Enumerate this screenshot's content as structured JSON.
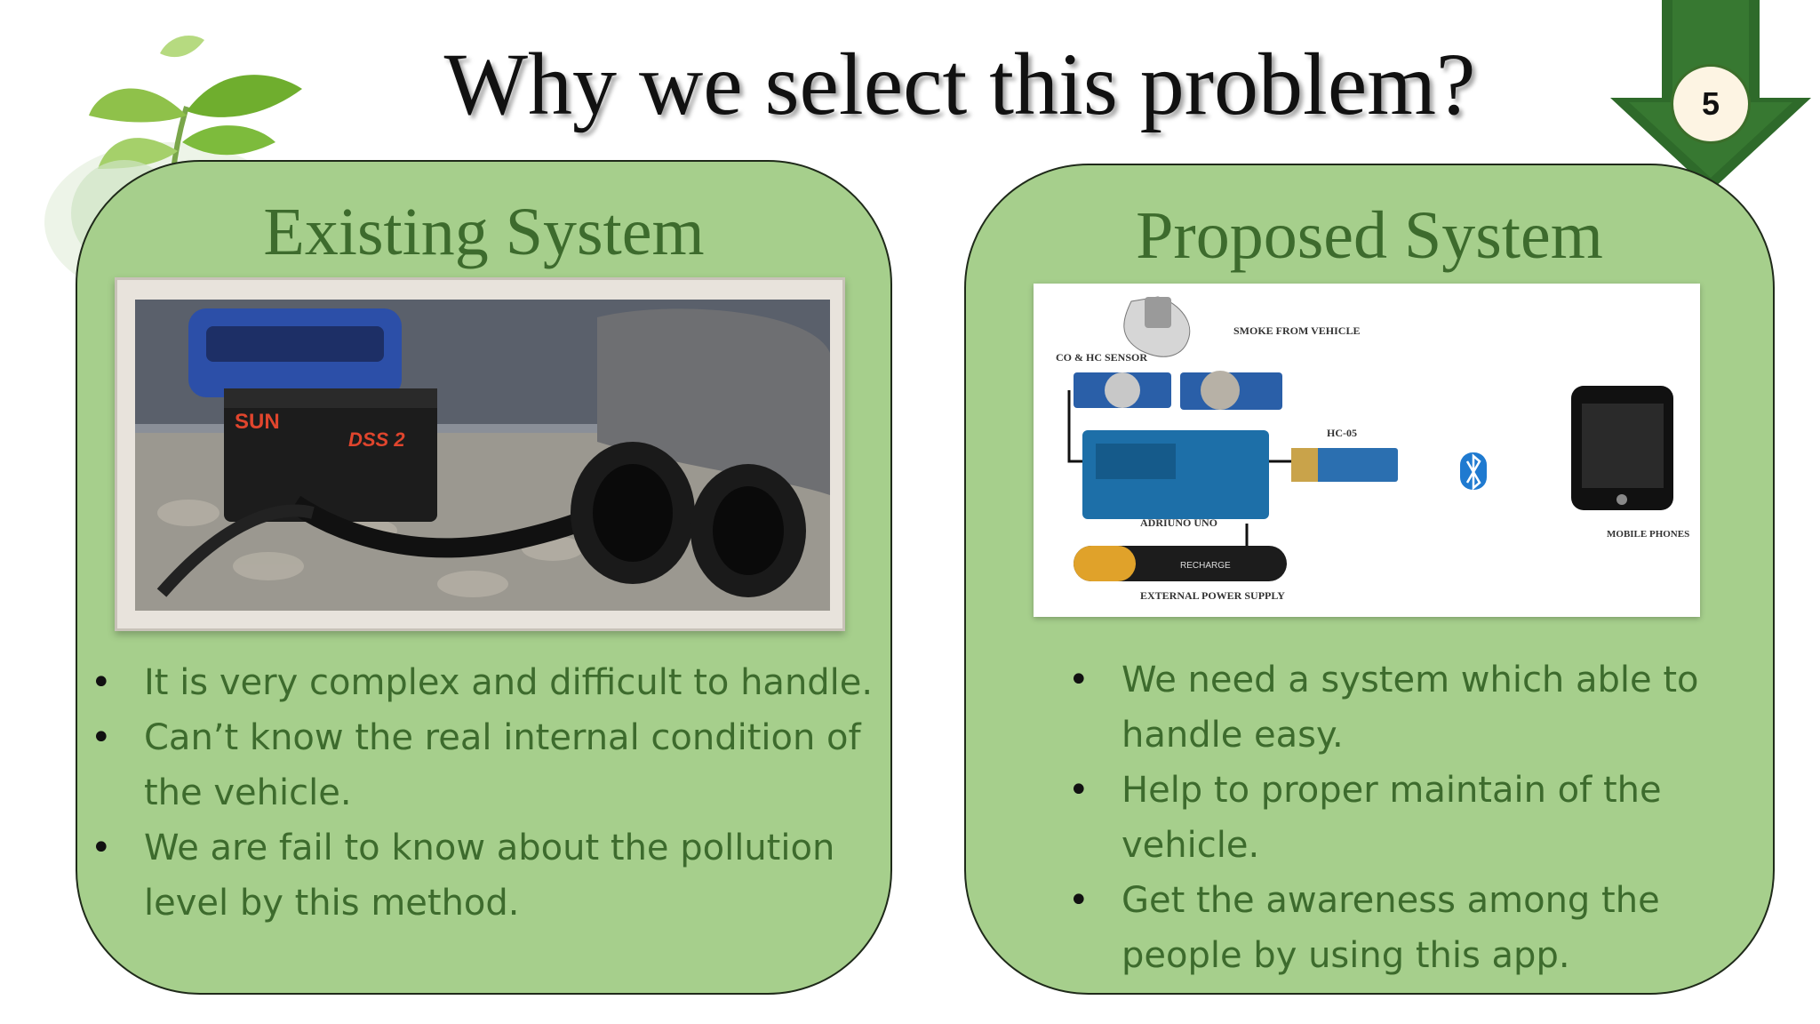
{
  "slide": {
    "title": "Why we select this problem?",
    "page_number": "5"
  },
  "left_panel": {
    "heading": "Existing System",
    "photo_badge": "DSS 2",
    "photo_brand": "SUN",
    "bullets": [
      "It is very complex and difficult to handle.",
      "Can’t know the real internal condition of the vehicle.",
      "We are fail to know about the pollution level by this method."
    ]
  },
  "right_panel": {
    "heading": "Proposed System",
    "diagram_labels": {
      "smoke": "SMOKE FROM VEHICLE",
      "sensor": "CO & HC SENSOR",
      "module": "HC-05",
      "board": "ADRIUNO UNO",
      "battery": "RECHARGE",
      "power": "EXTERNAL POWER SUPPLY",
      "phones": "MOBILE PHONES"
    },
    "bullets": [
      "We need a system  which able to handle easy.",
      "Help to proper maintain of the vehicle.",
      "Get the awareness among the people by using this app."
    ]
  },
  "colors": {
    "panel_fill": "#a6cf8c",
    "panel_text": "#3d6b2d",
    "badge_arrow": "#2e6a2a"
  }
}
